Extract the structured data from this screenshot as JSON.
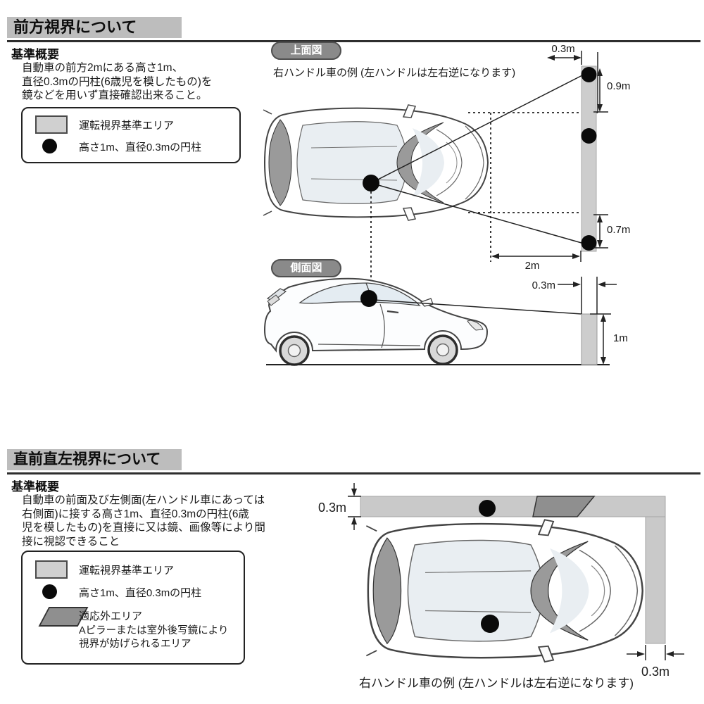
{
  "colors": {
    "header_bg": "#bdbdbd",
    "rule": "#2e2e2e",
    "badge_bg": "#8a8a8a",
    "standard_area_gray": "#cdcdcd",
    "excluded_area_gray": "#8f8f8f",
    "cylinder_black": "#0a0a0a"
  },
  "section_front": {
    "header": "前方視界について",
    "subheader": "基準概要",
    "paragraph_lines": [
      "自動車の前方2mにある高さ1m、",
      "直径0.3mの円柱(6歳児を模したもの)を",
      "鏡などを用いず直接確認出来ること。"
    ],
    "legend": {
      "area_label": "運転視界基準エリア",
      "cylinder_label": "高さ1m、直径0.3mの円柱"
    },
    "top_view": {
      "badge": "上面図",
      "caption": "右ハンドル車の例 (左ハンドルは左右逆になります)",
      "dims": {
        "width": "0.3m",
        "upper": "0.9m",
        "lower": "0.7m",
        "distance": "2m"
      }
    },
    "side_view": {
      "badge": "側面図",
      "dims": {
        "width": "0.3m",
        "height": "1m"
      }
    }
  },
  "section_side": {
    "header": "直前直左視界について",
    "subheader": "基準概要",
    "paragraph_lines": [
      "自動車の前面及び左側面(左ハンドル車にあっては",
      "右側面)に接する高さ1m、直径0.3mの円柱(6歳",
      "児を模したもの)を直接に又は鏡、画像等により間",
      "接に視認できること"
    ],
    "legend": {
      "area_label": "運転視界基準エリア",
      "cylinder_label": "高さ1m、直径0.3mの円柱",
      "excluded_label": "適応外エリア",
      "excluded_note_lines": [
        "Aピラーまたは室外後写鏡により",
        "視界が妨げられるエリア"
      ]
    },
    "diagram": {
      "caption": "右ハンドル車の例 (左ハンドルは左右逆になります)",
      "dims": {
        "left": "0.3m",
        "bottom": "0.3m"
      }
    }
  }
}
